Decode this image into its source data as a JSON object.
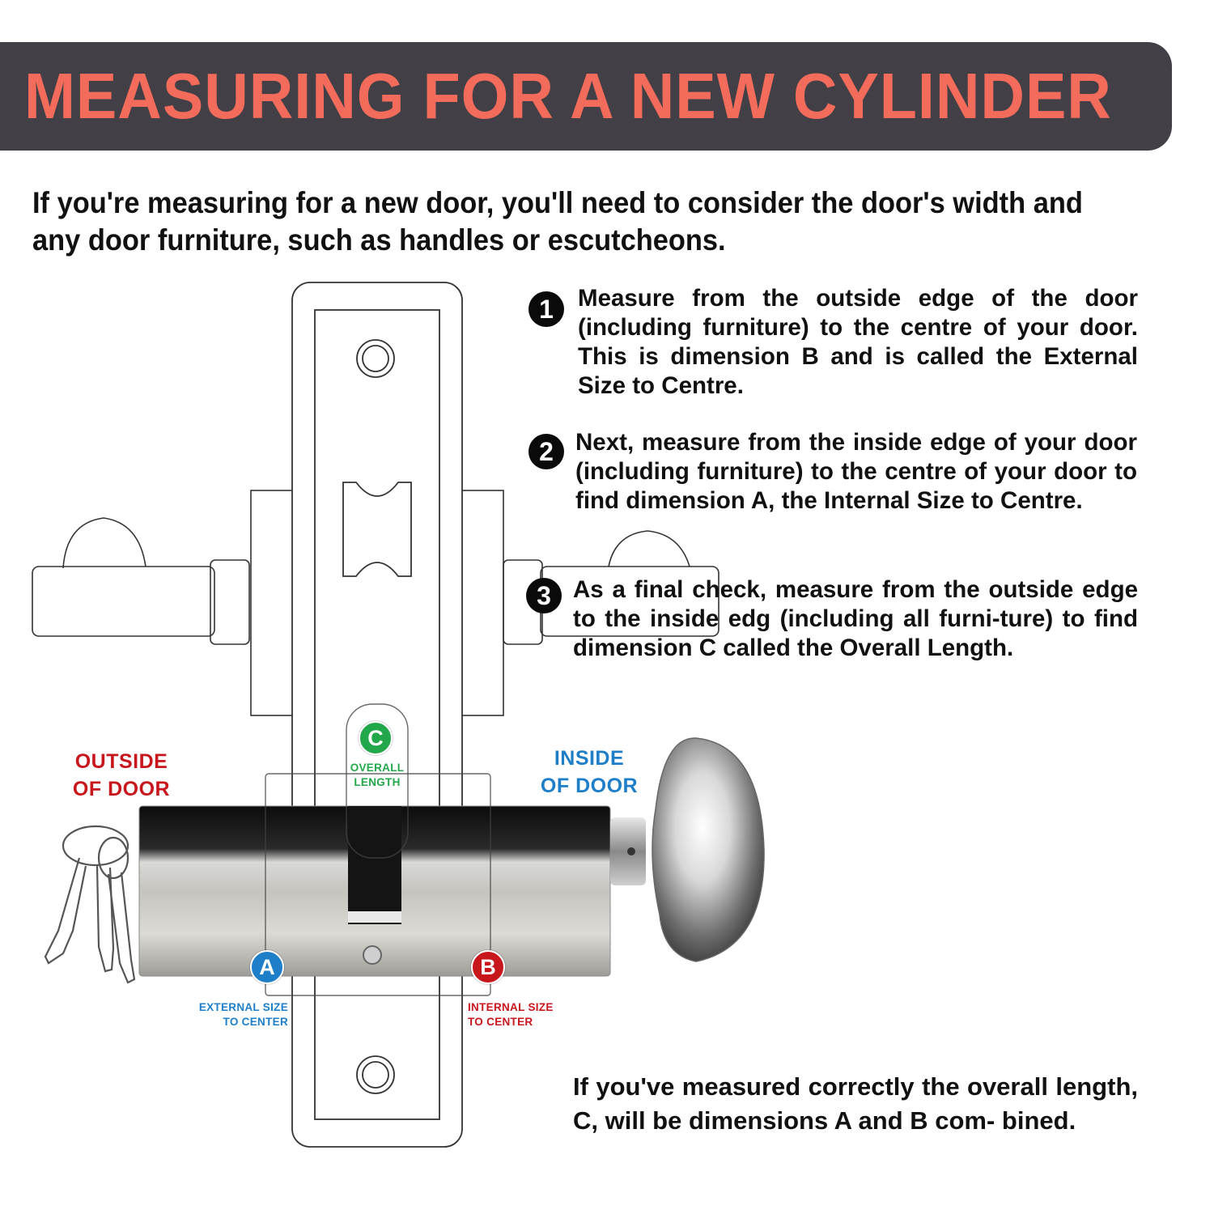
{
  "header": {
    "title": "MEASURING FOR A NEW CYLINDER",
    "title_color": "#F26B5B",
    "background": "#424046"
  },
  "intro": "If you're measuring for a new door,  you'll need to consider the door's width and any door furniture, such as handles or escutcheons.",
  "steps": [
    {
      "number": "1",
      "text": "Measure from the outside edge of the door (including furniture) to the centre of your door. This is dimension B and is called the External Size to Centre."
    },
    {
      "number": "2",
      "text": "Next, measure from the inside edge of your door (including furniture) to the centre of your door to find dimension A, the Internal Size to Centre."
    },
    {
      "number": "3",
      "text": "As a final check, measure from the outside edge to the inside edg (including all furni-ture) to find dimension C called the Overall Length."
    }
  ],
  "closing": "If you've measured correctly the overall length, C, will be dimensions A and B com- bined.",
  "labels": {
    "outside_line1": "OUTSIDE",
    "outside_line2": "OF DOOR",
    "inside_line1": "INSIDE",
    "inside_line2": "OF DOOR",
    "badge_a": "A",
    "badge_b": "B",
    "badge_c": "C",
    "overall_line1": "OVERALL",
    "overall_line2": "LENGTH",
    "external_line1": "EXTERNAL SIZE",
    "external_line2": "TO CENTER",
    "internal_line1": "INTERNAL SIZE",
    "internal_line2": "TO CENTER"
  },
  "colors": {
    "outside": "#C8161D",
    "inside": "#1E7FC8",
    "badge_a": "#1E7FC8",
    "badge_b": "#C8161D",
    "badge_c": "#22A84A"
  },
  "icons": [
    "key-icon",
    "thumb-turn-icon",
    "lever-handle-icon",
    "cylinder-icon"
  ]
}
